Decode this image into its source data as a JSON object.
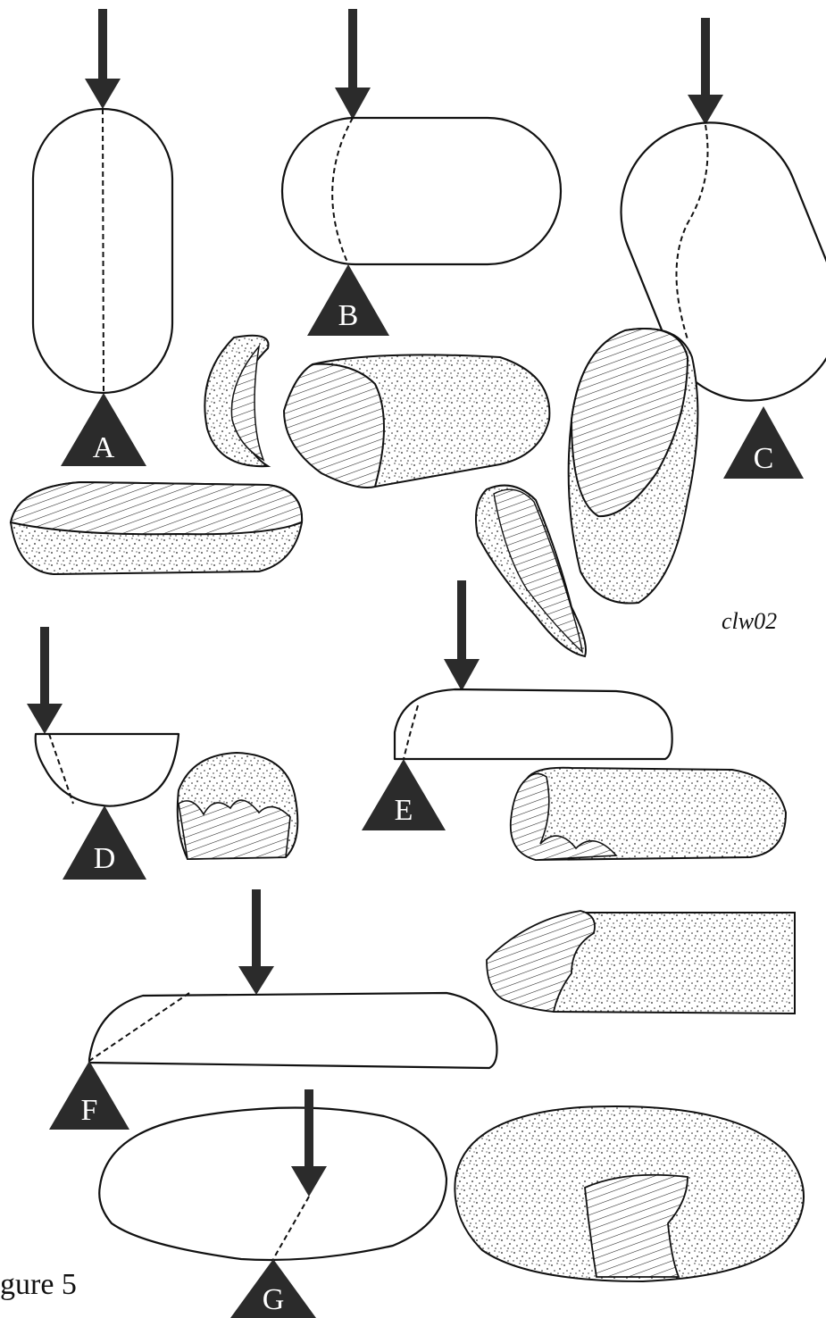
{
  "figure": {
    "caption": "gure 5",
    "signature": "clw02",
    "scenarios": [
      {
        "label": "A"
      },
      {
        "label": "B"
      },
      {
        "label": "C"
      },
      {
        "label": "D"
      },
      {
        "label": "E"
      },
      {
        "label": "F"
      },
      {
        "label": "G"
      }
    ]
  },
  "colors": {
    "ink": "#111111",
    "arrow": "#2b2b2b",
    "anvil": "#2b2b2b",
    "background": "#ffffff"
  }
}
